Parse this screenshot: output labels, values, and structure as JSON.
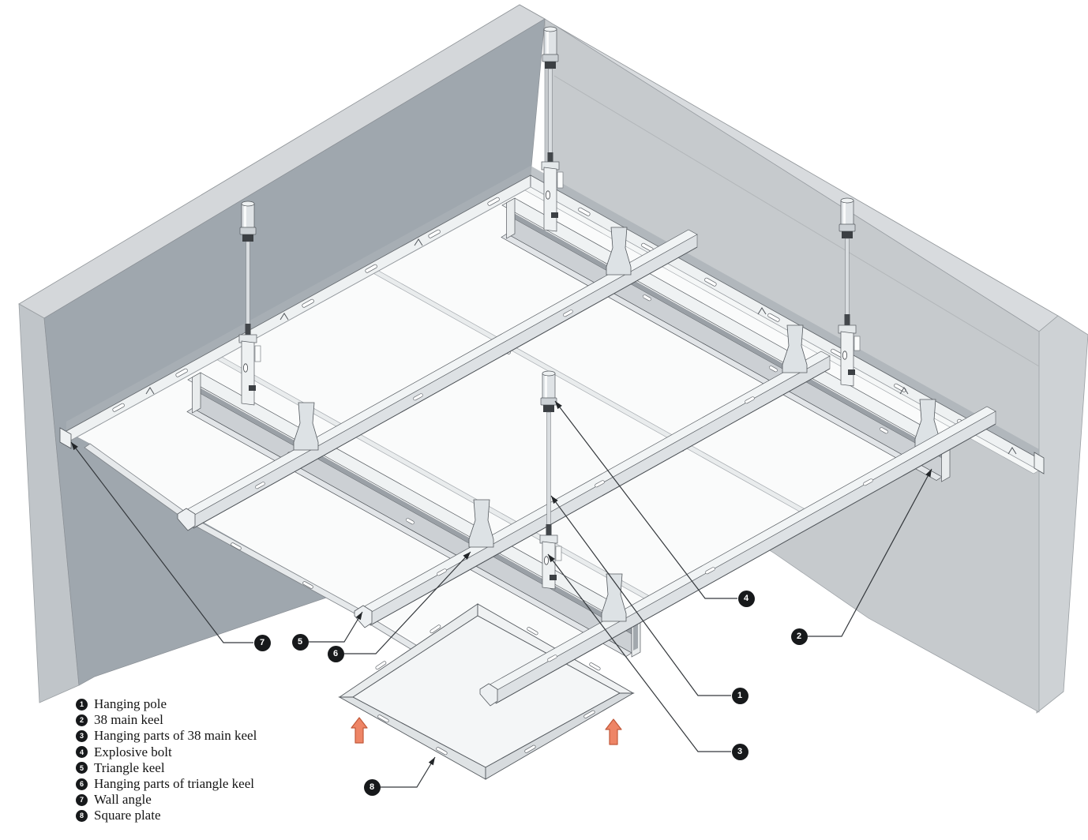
{
  "diagram": {
    "subject": "Suspended ceiling square plate installation diagram",
    "accent_arrow_color": "#ee8566",
    "wall_left_color": "#9fa7ae",
    "wall_right_color": "#c6cacd",
    "callout_circle_color": "#17191b"
  },
  "legend": {
    "items": [
      {
        "number": "1",
        "label": "Hanging pole"
      },
      {
        "number": "2",
        "label": "38 main keel"
      },
      {
        "number": "3",
        "label": "Hanging parts of 38 main keel"
      },
      {
        "number": "4",
        "label": "Explosive bolt"
      },
      {
        "number": "5",
        "label": "Triangle keel"
      },
      {
        "number": "6",
        "label": "Hanging parts of triangle keel"
      },
      {
        "number": "7",
        "label": "Wall angle"
      },
      {
        "number": "8",
        "label": "Square plate"
      }
    ]
  },
  "callouts": [
    {
      "number": "1",
      "label": "Hanging pole"
    },
    {
      "number": "2",
      "label": "38 main keel"
    },
    {
      "number": "3",
      "label": "Hanging parts of 38 main keel"
    },
    {
      "number": "4",
      "label": "Explosive bolt"
    },
    {
      "number": "5",
      "label": "Triangle keel"
    },
    {
      "number": "6",
      "label": "Hanging parts of triangle keel"
    },
    {
      "number": "7",
      "label": "Wall angle"
    },
    {
      "number": "8",
      "label": "Square plate"
    }
  ]
}
